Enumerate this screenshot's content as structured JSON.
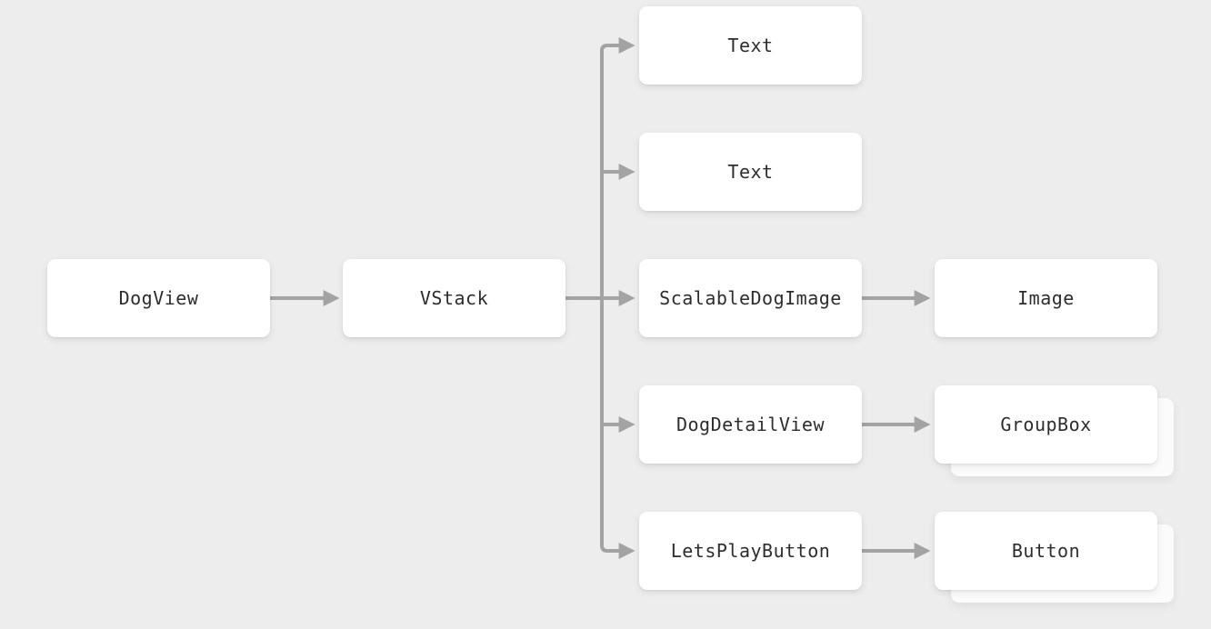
{
  "diagram": {
    "type": "view-hierarchy-tree",
    "colors": {
      "background": "#ededed",
      "node_fill": "#ffffff",
      "connector": "#a3a3a3",
      "label_text": "#2d2d2d"
    },
    "nodes": {
      "dogview": {
        "label": "DogView",
        "stacked": false
      },
      "vstack": {
        "label": "VStack",
        "stacked": false
      },
      "text_1": {
        "label": "Text",
        "stacked": false
      },
      "text_2": {
        "label": "Text",
        "stacked": false
      },
      "scalable_dog_image": {
        "label": "ScalableDogImage",
        "stacked": false
      },
      "dog_detail_view": {
        "label": "DogDetailView",
        "stacked": false
      },
      "lets_play_button": {
        "label": "LetsPlayButton",
        "stacked": false
      },
      "image": {
        "label": "Image",
        "stacked": false
      },
      "group_box": {
        "label": "GroupBox",
        "stacked": true
      },
      "button": {
        "label": "Button",
        "stacked": true
      }
    },
    "edges": [
      {
        "from": "DogView",
        "to": "VStack"
      },
      {
        "from": "VStack",
        "to": "Text (first)"
      },
      {
        "from": "VStack",
        "to": "Text (second)"
      },
      {
        "from": "VStack",
        "to": "ScalableDogImage"
      },
      {
        "from": "VStack",
        "to": "DogDetailView"
      },
      {
        "from": "VStack",
        "to": "LetsPlayButton"
      },
      {
        "from": "ScalableDogImage",
        "to": "Image"
      },
      {
        "from": "DogDetailView",
        "to": "GroupBox"
      },
      {
        "from": "LetsPlayButton",
        "to": "Button"
      }
    ]
  }
}
